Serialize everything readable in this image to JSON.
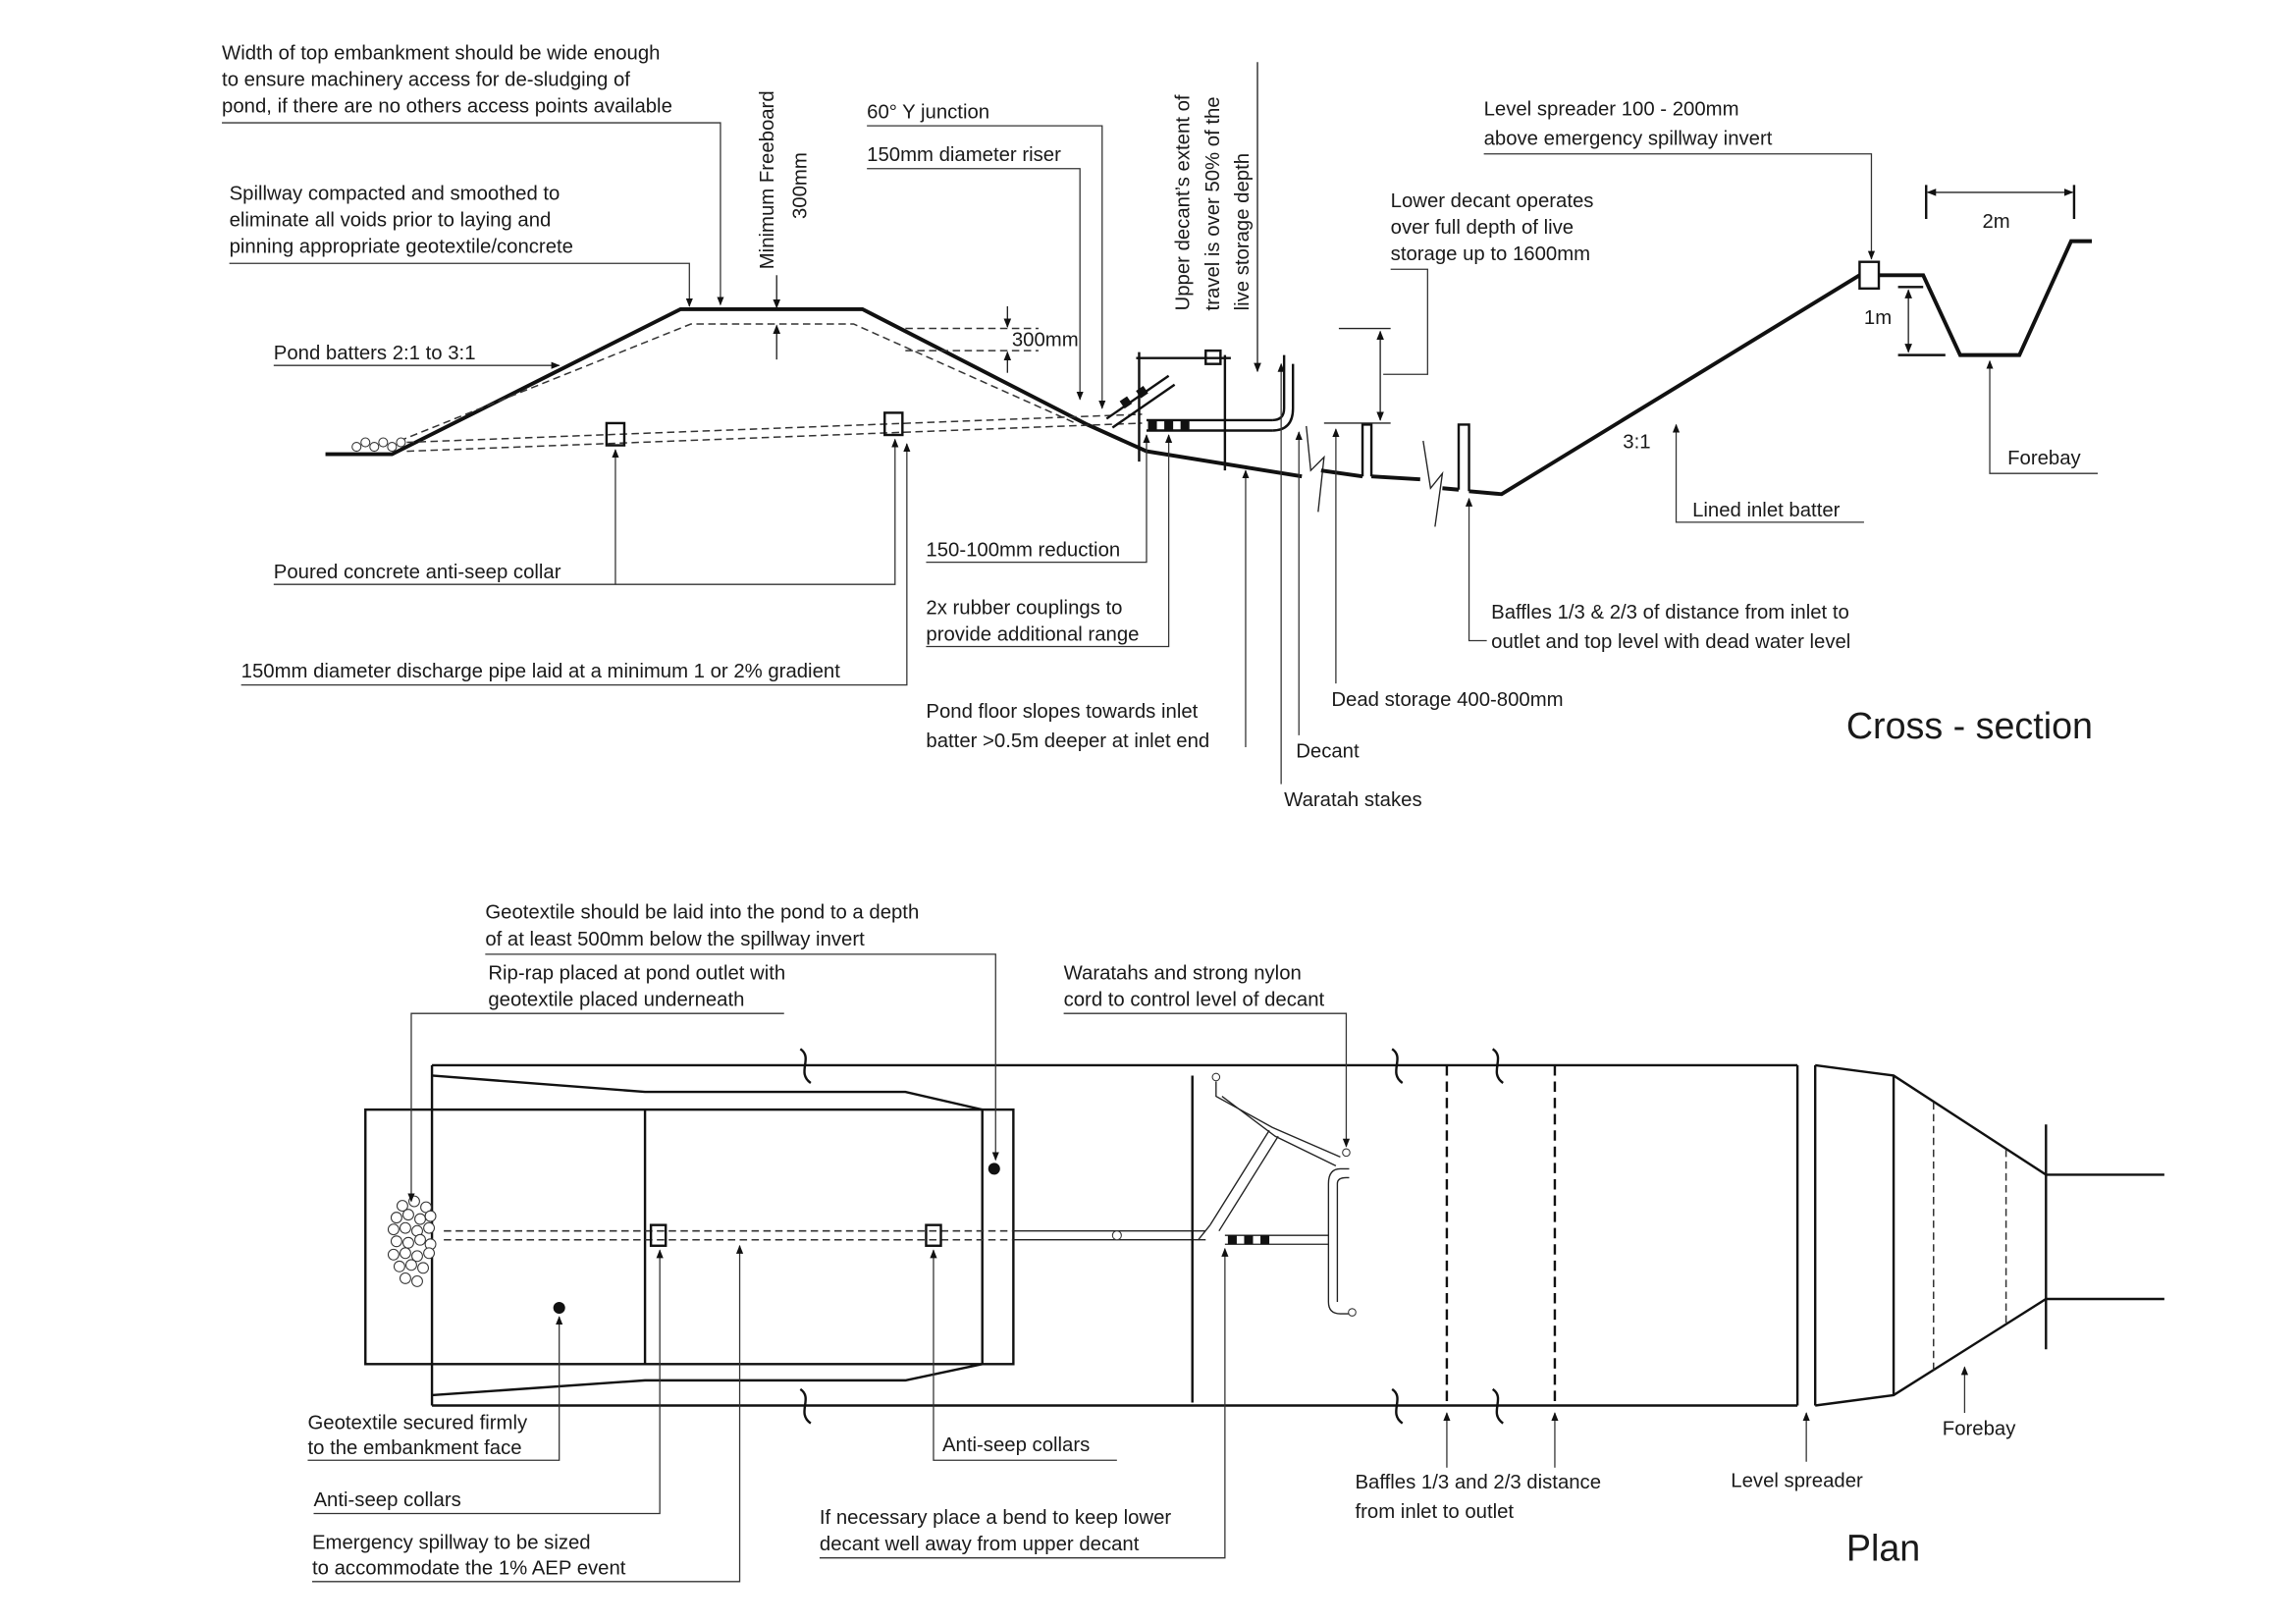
{
  "cross_section": {
    "title": "Cross - section",
    "labels": {
      "top_embankment": [
        "Width of top embankment should be wide enough",
        "to ensure machinery access for de-sludging of",
        "pond, if there are no others access points available"
      ],
      "min_freeboard": "Minimum Freeboard",
      "min_freeboard_value": "300mm",
      "y_junction": "60° Y junction",
      "riser": "150mm diameter riser",
      "upper_decant": [
        "Upper decant’s extent of",
        "travel is over 50% of the",
        "live storage depth"
      ],
      "level_spreader": [
        "Level spreader 100 - 200mm",
        "above emergency spillway invert"
      ],
      "forebay_width": "2m",
      "spillway": [
        "Spillway compacted and smoothed to",
        "eliminate all voids prior to laying and",
        "pinning appropriate geotextile/concrete"
      ],
      "lower_decant": [
        "Lower decant operates",
        "over full depth of live",
        "storage up to 1600mm"
      ],
      "forebay_depth": "1m",
      "pond_batters": "Pond batters 2:1 to 3:1",
      "freeboard_dim": "300mm",
      "inlet_slope": "3:1",
      "forebay": "Forebay",
      "lined_inlet_batter": "Lined inlet batter",
      "anti_seep_collar": "Poured concrete anti-seep collar",
      "reduction": "150-100mm reduction",
      "rubber_couplings": [
        "2x rubber couplings to",
        "provide additional range"
      ],
      "baffles": [
        "Baffles 1/3 & 2/3 of distance from inlet to",
        "outlet and top level with dead water level"
      ],
      "discharge_pipe": "150mm diameter discharge pipe laid at a minimum 1 or 2% gradient",
      "dead_storage": "Dead storage 400-800mm",
      "pond_floor": [
        "Pond floor slopes towards inlet",
        "batter >0.5m deeper at inlet end"
      ],
      "decant": "Decant",
      "waratah_stakes": "Waratah stakes"
    }
  },
  "plan": {
    "title": "Plan",
    "labels": {
      "geotextile_depth": [
        "Geotextile should be laid into the pond to a depth",
        "of at least 500mm below the spillway invert"
      ],
      "rip_rap": [
        "Rip-rap placed at pond outlet with",
        "geotextile placed underneath"
      ],
      "waratahs": [
        "Waratahs and strong nylon",
        "cord to control level of decant"
      ],
      "geotextile_secured": [
        "Geotextile secured firmly",
        "to the embankment face"
      ],
      "anti_seep_right": "Anti-seep collars",
      "forebay": "Forebay",
      "anti_seep_left": "Anti-seep collars",
      "baffles": [
        "Baffles 1/3 and 2/3 distance",
        "from inlet to outlet"
      ],
      "level_spreader": "Level spreader",
      "bend": [
        "If necessary place a bend to keep lower",
        "decant well away from upper decant"
      ],
      "emergency_spillway": [
        "Emergency spillway to be sized",
        "to accommodate the 1% AEP event"
      ]
    }
  }
}
